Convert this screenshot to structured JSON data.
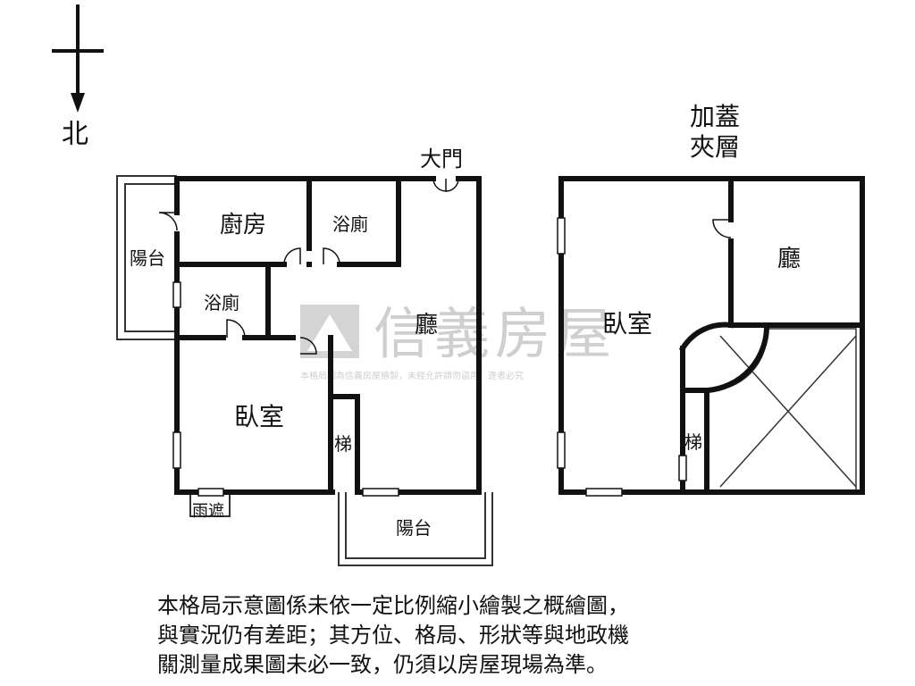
{
  "compass": {
    "north_label": "北"
  },
  "ground_floor": {
    "main_door": "大門",
    "rooms": {
      "kitchen": "廚房",
      "bath_top": "浴廁",
      "bath_left": "浴廁",
      "balcony_west": "陽台",
      "living": "廳",
      "bedroom": "臥室",
      "stairs": "梯",
      "rain_shelter": "雨遮",
      "balcony_south": "陽台"
    }
  },
  "mezzanine": {
    "title_line1": "加蓋",
    "title_line2": "夾層",
    "rooms": {
      "bedroom": "臥室",
      "living": "廳",
      "stairs": "梯"
    }
  },
  "watermark": {
    "brand": "信義房屋",
    "notice": "本格局圖為信義房屋繪製，未經允許請勿盜用，違者必究"
  },
  "disclaimer": {
    "line1": "本格局示意圖係未依一定比例縮小繪製之概繪圖，",
    "line2": "與實況仍有差距；其方位、格局、形狀等與地政機",
    "line3": "關測量成果圖未必一致，仍須以房屋現場為準。"
  },
  "colors": {
    "wall": "#111111",
    "watermark": "#cfcfcf"
  }
}
